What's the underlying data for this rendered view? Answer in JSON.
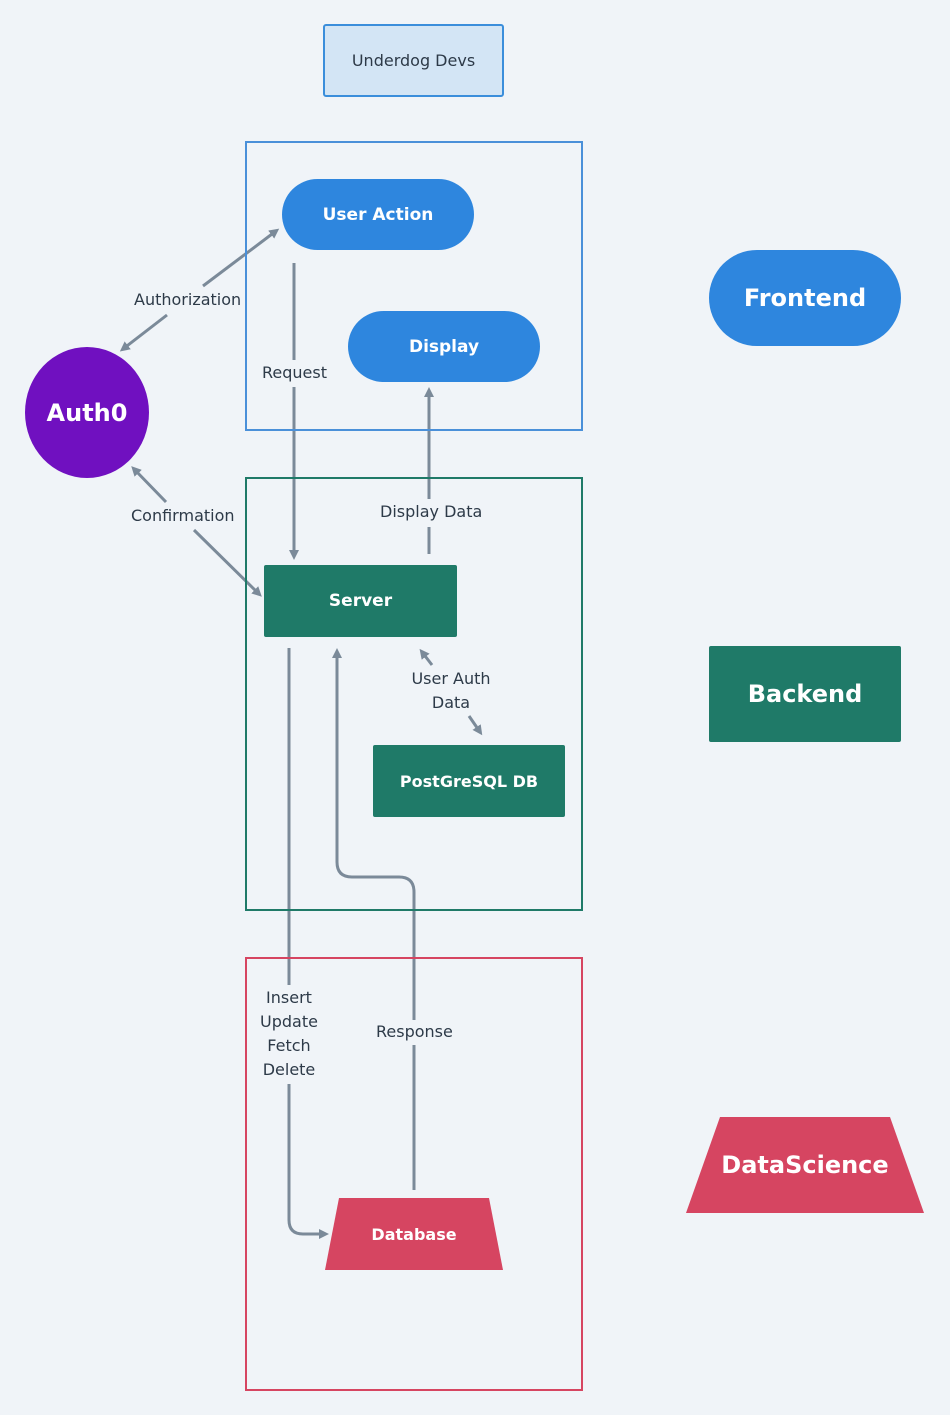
{
  "title": "Underdog Devs",
  "nodes": {
    "user_action": "User Action",
    "display": "Display",
    "auth0": "Auth0",
    "server": "Server",
    "postgres": "PostGreSQL DB",
    "database": "Database"
  },
  "legend": {
    "frontend": "Frontend",
    "backend": "Backend",
    "datascience": "DataScience"
  },
  "edges": {
    "authorization": "Authorization",
    "request": "Request",
    "confirmation": "Confirmation",
    "display_data": "Display Data",
    "user_auth_data": "User Auth\nData",
    "crud": "Insert\nUpdate\nFetch\nDelete",
    "response": "Response"
  },
  "colors": {
    "frontend": "#2e86de",
    "backend": "#1f7a68",
    "datascience": "#d64561",
    "auth": "#7010c0",
    "connector": "#7b8a99"
  }
}
